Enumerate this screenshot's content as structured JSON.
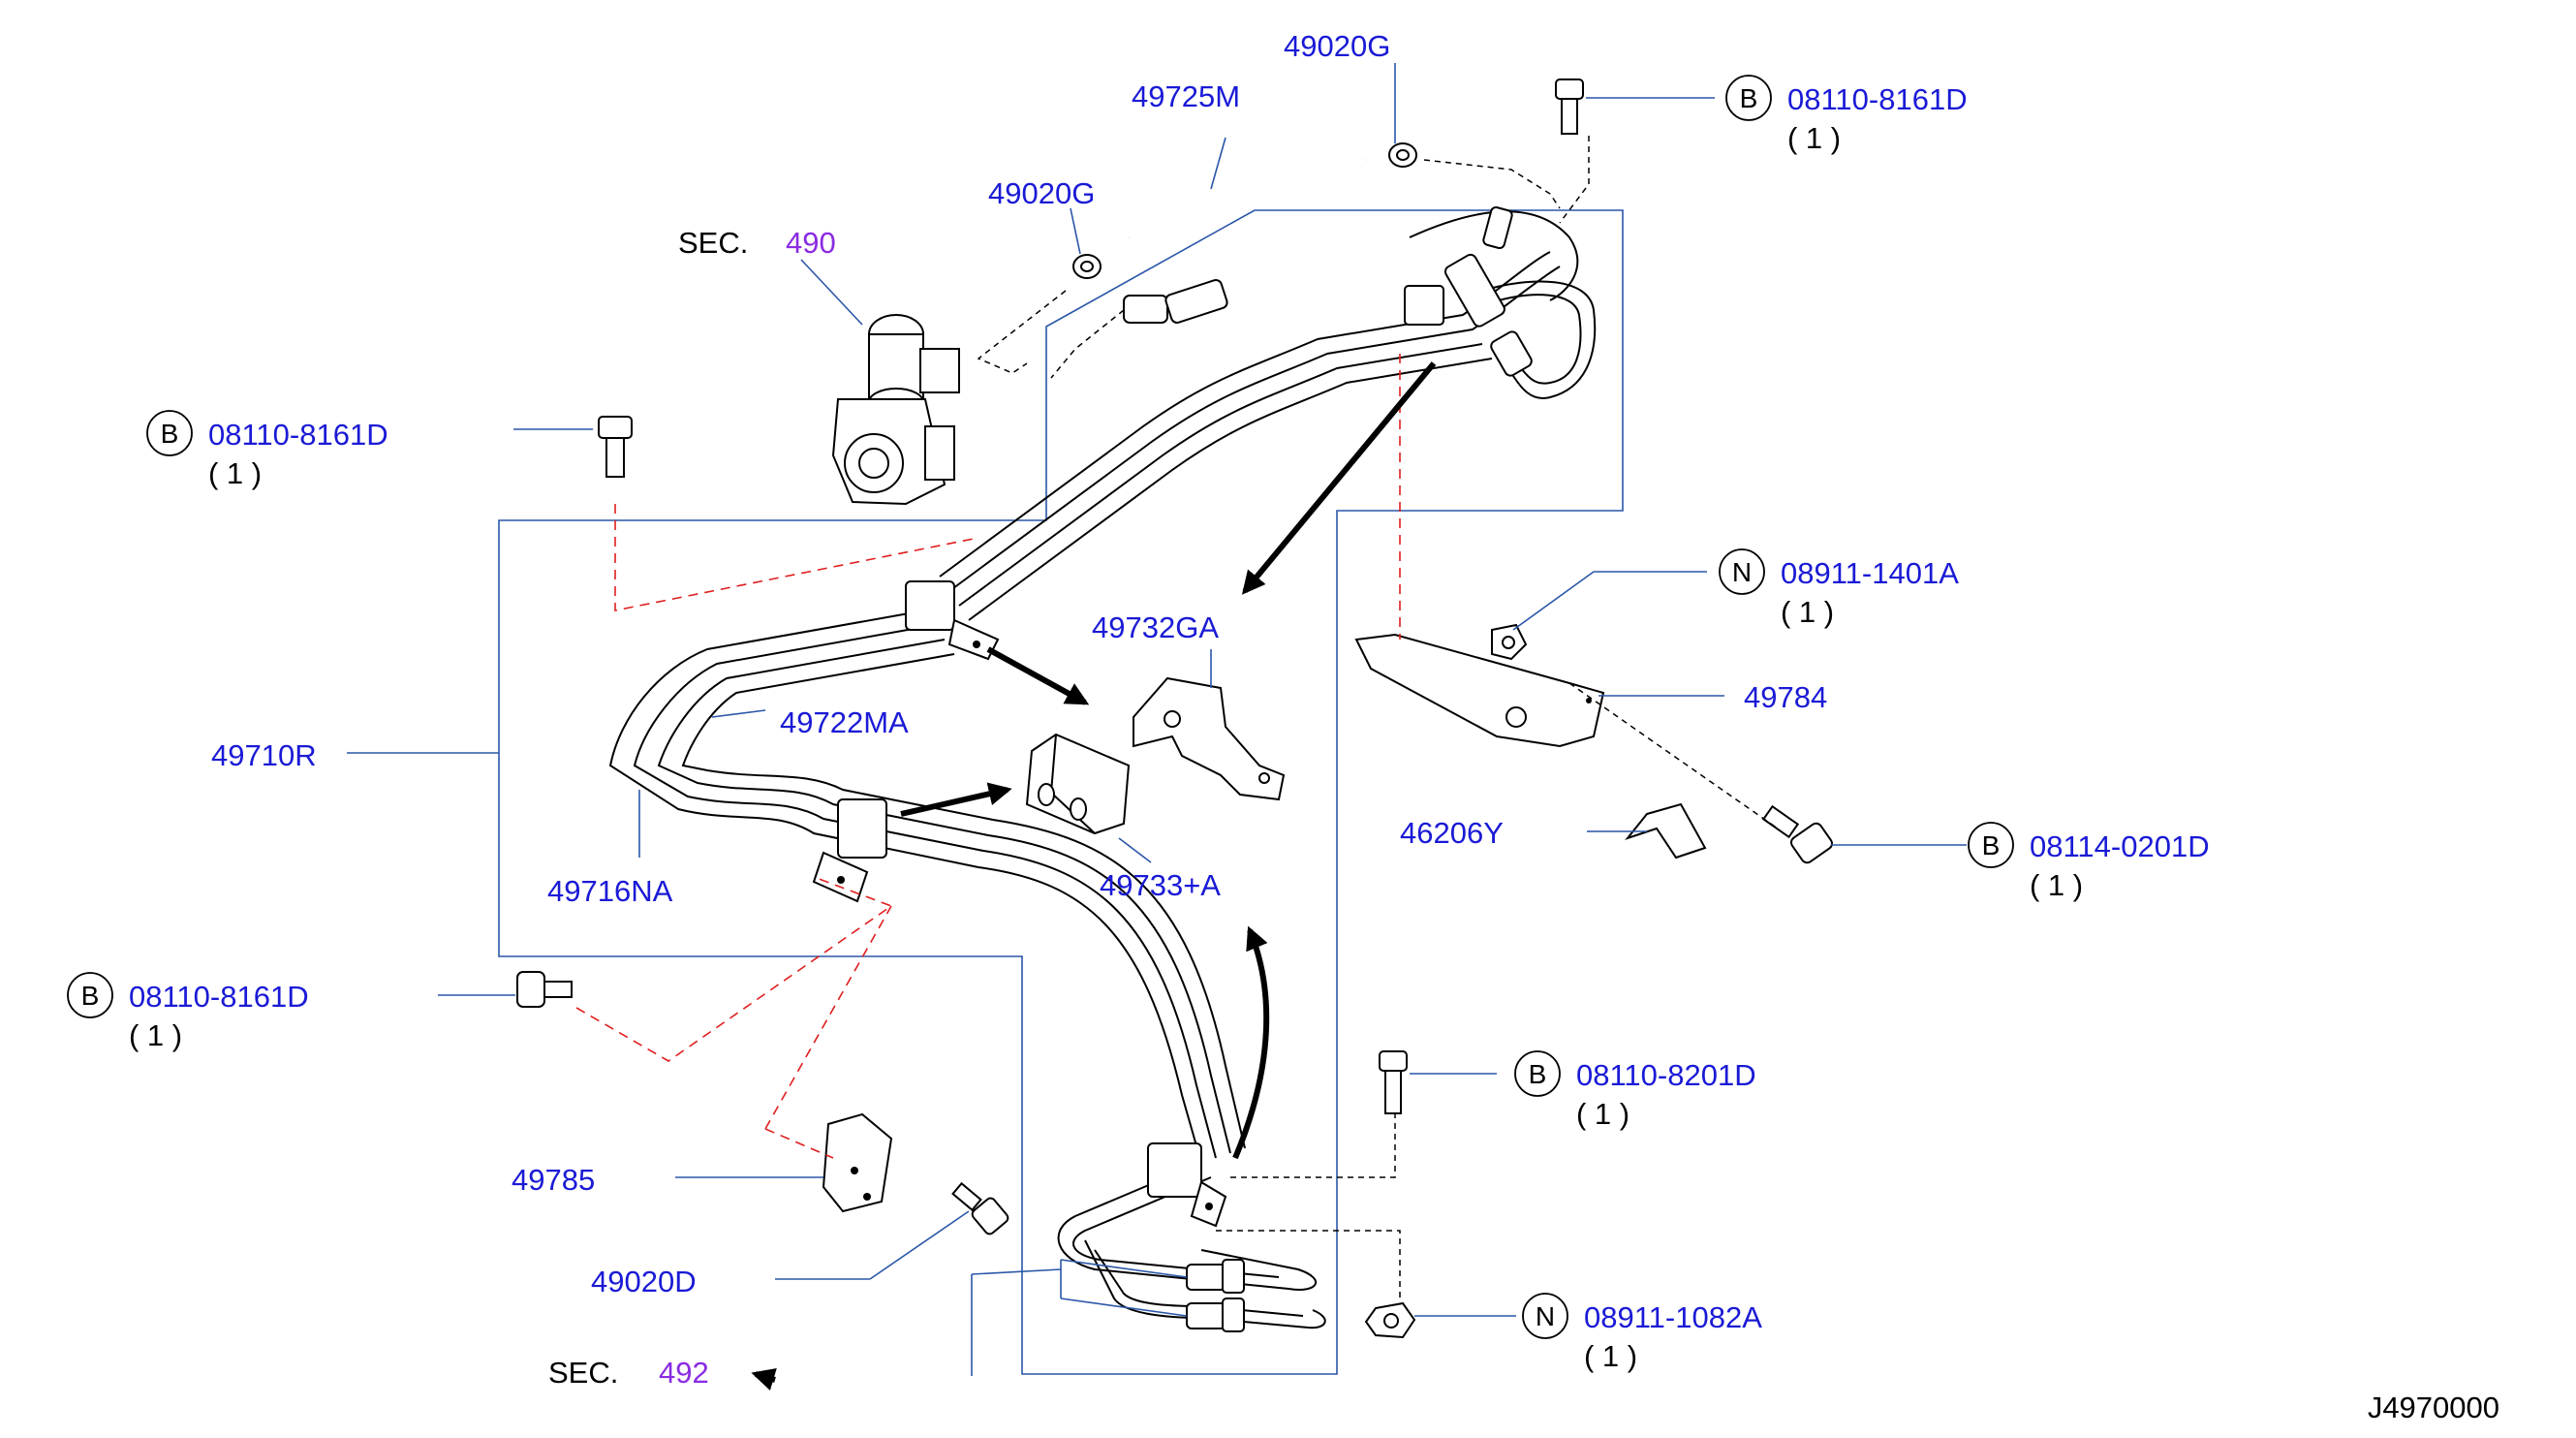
{
  "diagram": {
    "drawing_code": "J4970000",
    "section_refs": [
      {
        "prefix": "SEC.",
        "number": "490"
      },
      {
        "prefix": "SEC.",
        "number": "492"
      }
    ],
    "callouts": [
      {
        "letter": "B",
        "part": "08110-8161D",
        "qty": "( 1 )"
      },
      {
        "letter": "B",
        "part": "08110-8161D",
        "qty": "( 1 )"
      },
      {
        "letter": "B",
        "part": "08110-8161D",
        "qty": "( 1 )"
      },
      {
        "letter": "N",
        "part": "08911-1401A",
        "qty": "( 1 )"
      },
      {
        "letter": "B",
        "part": "08114-0201D",
        "qty": "( 1 )"
      },
      {
        "letter": "B",
        "part": "08110-8201D",
        "qty": "( 1 )"
      },
      {
        "letter": "N",
        "part": "08911-1082A",
        "qty": "( 1 )"
      }
    ],
    "part_labels": [
      "49020G",
      "49725M",
      "49020G",
      "49710R",
      "49722MA",
      "49716NA",
      "49732GA",
      "49733+A",
      "49784",
      "46206Y",
      "49785",
      "49020D"
    ]
  }
}
